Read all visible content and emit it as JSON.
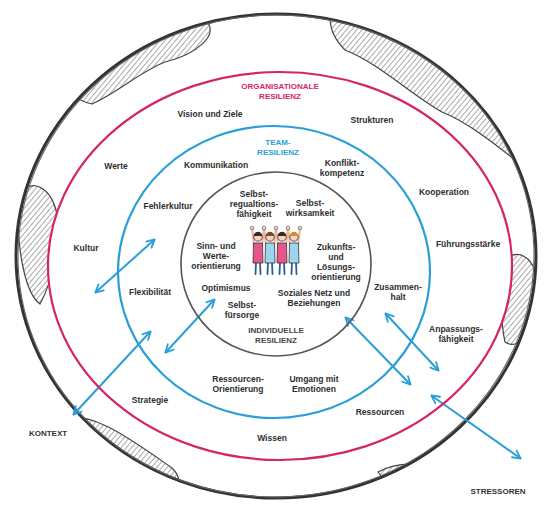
{
  "diagram": {
    "nodes": [
      {
        "text": [
          "ORGANISATIONALE RESILIENZ",
          "Vision und Ziele",
          "Strukturen",
          "Werte",
          "Kooperation",
          "Kultur",
          "Führungsstärke",
          "Anpassungs- fähigkeit",
          "Strategie",
          "Ressourcen",
          "Wissen"
        ]
      },
      {
        "text": [
          "TEAM- RESILIENZ",
          "Kommunikation",
          "Konflikt- kompetenz",
          "Fehlerkultur",
          "Flexibilität",
          "Zusammen- halt",
          "Ressourcen- Orientierung",
          "Umgang mit Emotionen"
        ],
        "in": 0
      },
      {
        "text": [
          "Selbst- regualtions- fähigkeit",
          "Selbst- wirksamkeit",
          "Sinn- und Werte- orientierung",
          "Zukunfts- und Lösungs- orientierung",
          "Optimismus",
          "Selbst- fürsorge",
          "Soziales Netz und Beziehungen",
          "INDIVIDUELLE RESILIENZ"
        ],
        "in": 1
      }
    ],
    "labels": [
      "KONTEXT",
      "STRESSOREN"
    ]
  }
}
